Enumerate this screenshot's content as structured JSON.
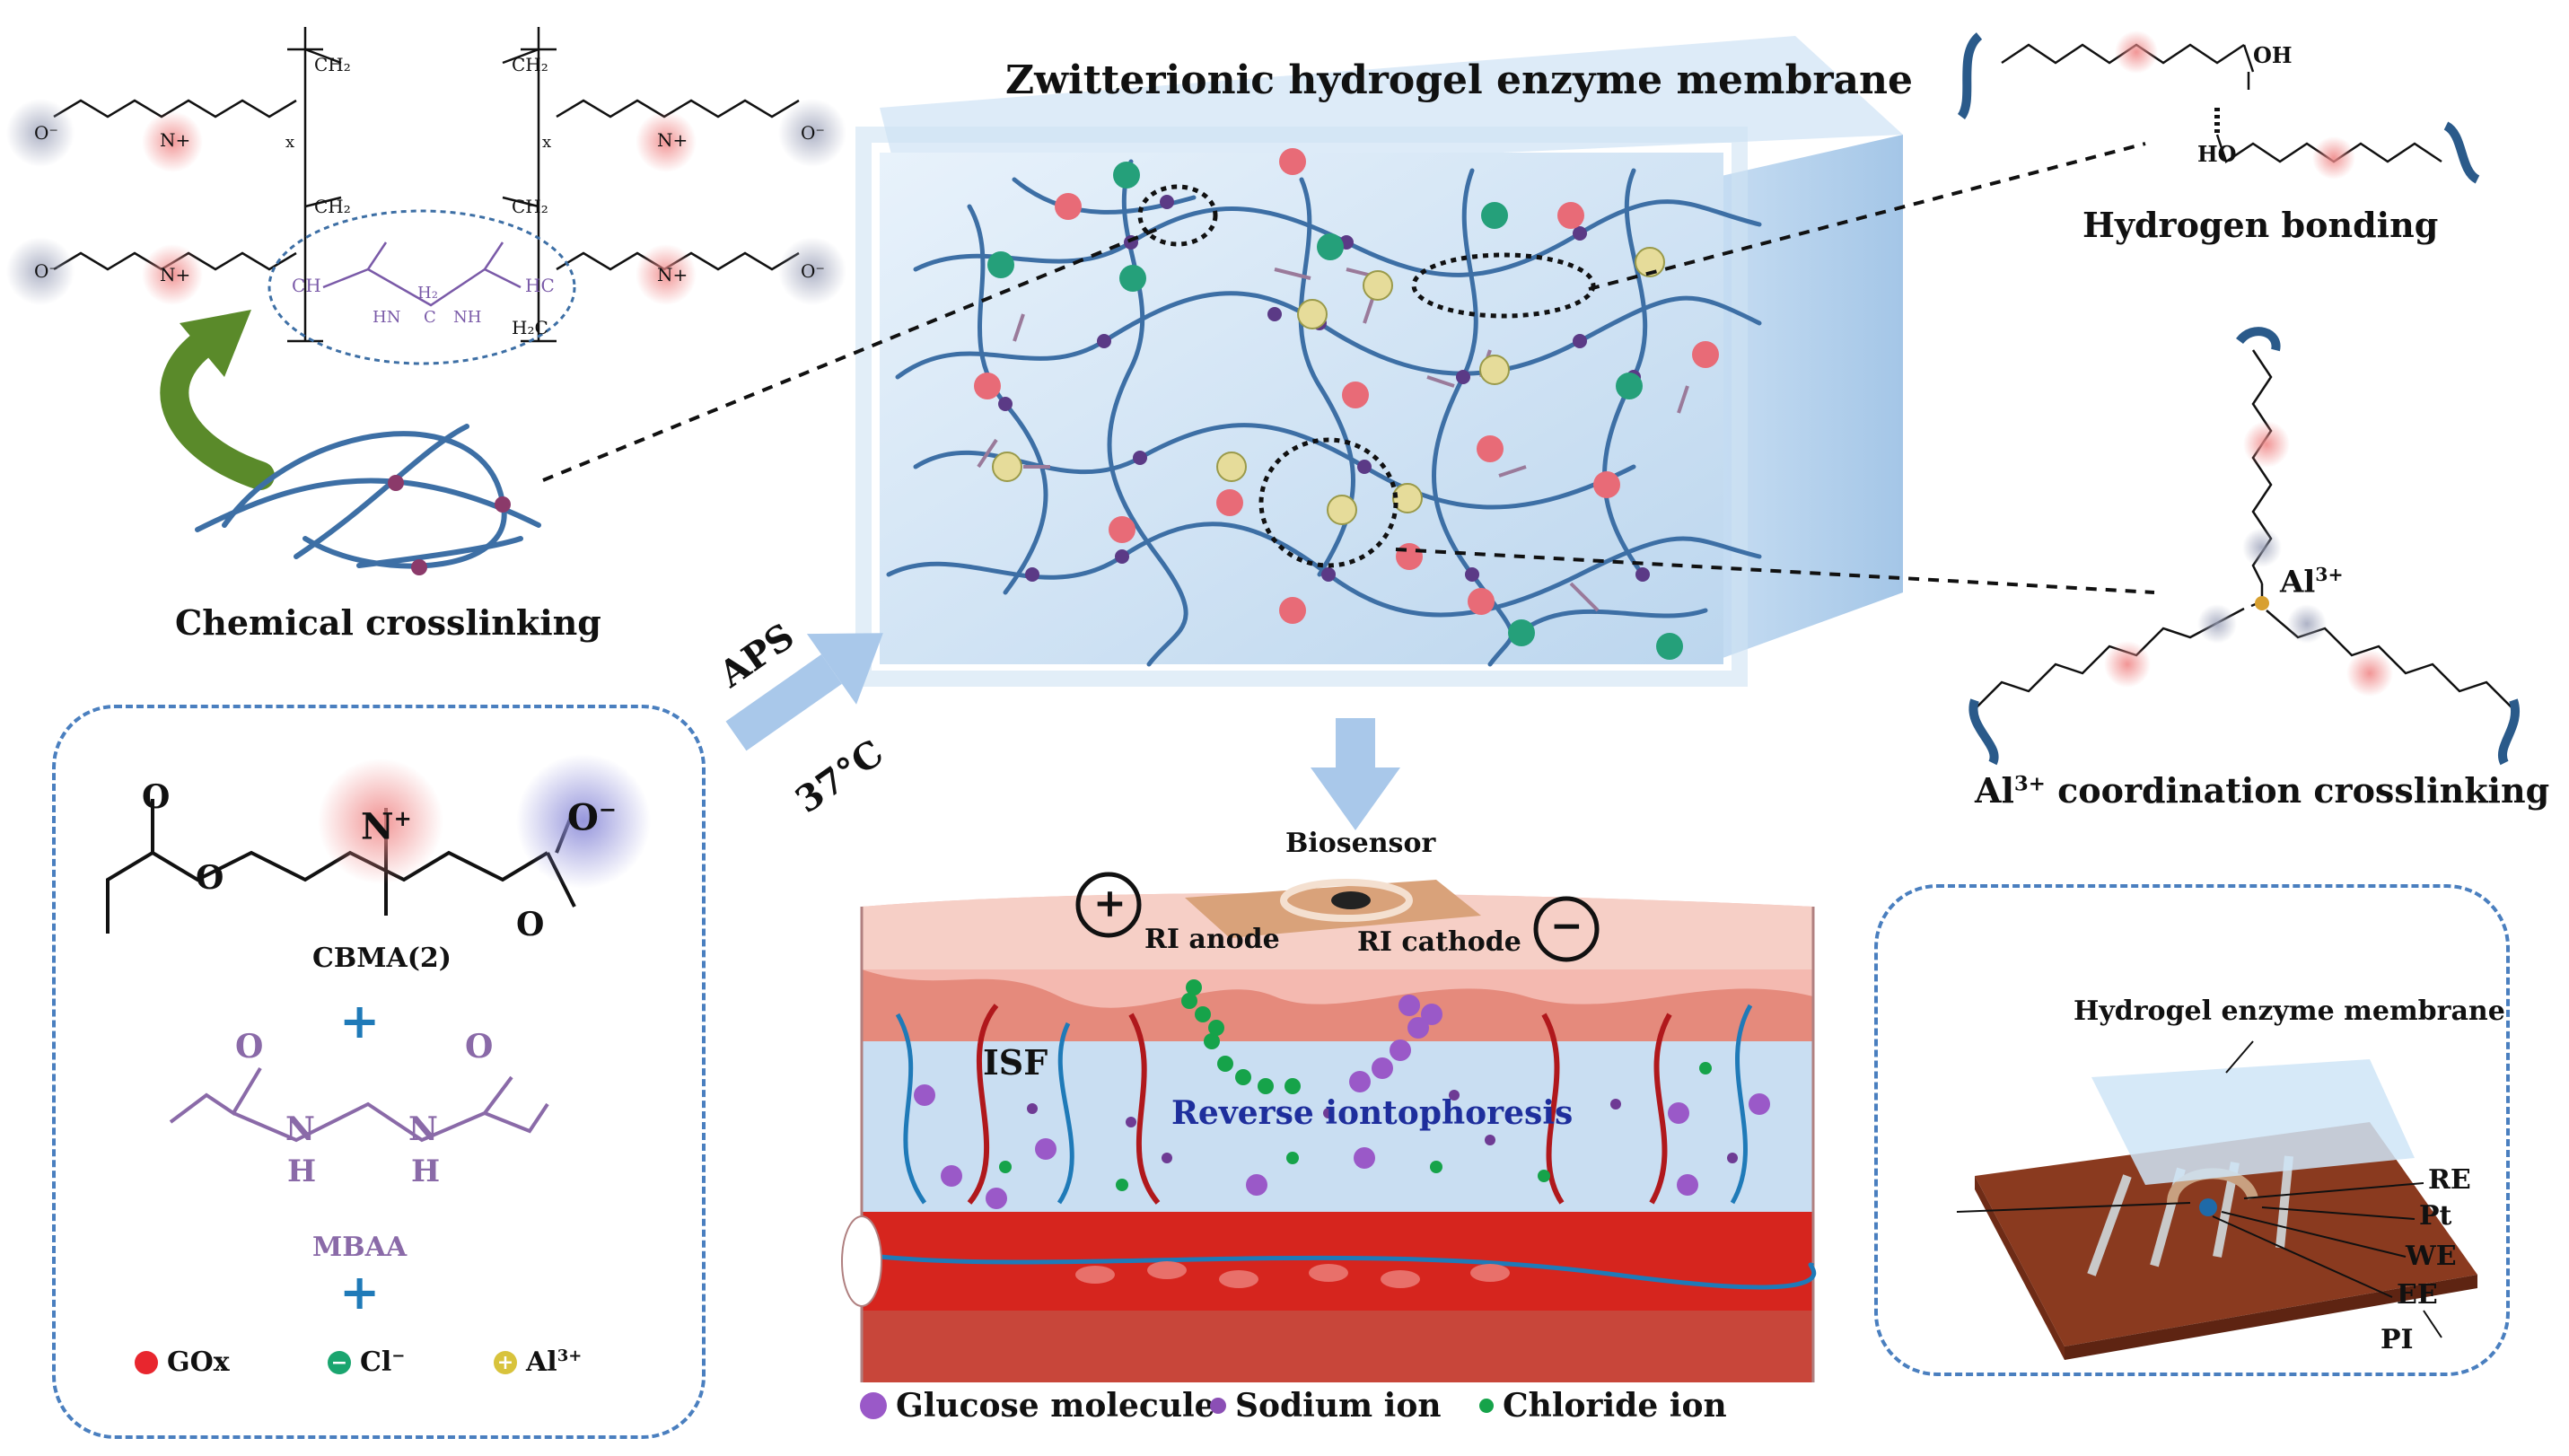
{
  "title": "Zwitterionic hydrogel enzyme membrane",
  "crosslinking": {
    "chemical": "Chemical crosslinking",
    "hydrogen": "Hydrogen bonding",
    "al_coord_prefix": "Al",
    "al_coord_sup": "3+",
    "al_coord_suffix": " coordination crosslinking",
    "al_center": "Al",
    "al_center_sup": "3+"
  },
  "polymer_chem": {
    "ch2": "CH₂",
    "ch": "CH",
    "hc": "HC",
    "h2c": "H₂C",
    "h2": "H₂",
    "hn": "HN",
    "nh": "NH",
    "c": "C",
    "n_plus": "N+",
    "o_minus": "O⁻",
    "o": "O",
    "c_o": "C",
    "x": "x",
    "oh": "OH",
    "ho": "HO"
  },
  "reaction": {
    "initiator": "APS",
    "temperature": "37°C"
  },
  "reagents": {
    "cbma": "CBMA(2)",
    "mbaa": "MBAA",
    "plus": "+",
    "nplus": "N",
    "nplus_sup": "+",
    "o_minus": "O",
    "o_minus_sup": "−",
    "o": "O",
    "h1": "H",
    "h2": "H",
    "n1": "N",
    "n2": "N",
    "legend": [
      {
        "label": "GOx",
        "sup": "",
        "color": "#e8262e",
        "symbol": ""
      },
      {
        "label": "Cl",
        "sup": "−",
        "color": "#1aa56f",
        "symbol": "−"
      },
      {
        "label": "Al",
        "sup": "3+",
        "color": "#d8c33c",
        "symbol": "+"
      }
    ]
  },
  "skin": {
    "biosensor": "Biosensor",
    "ri_anode": "RI anode",
    "ri_cathode": "RI cathode",
    "isf": "ISF",
    "reverse_iontophoresis": "Reverse iontophoresis",
    "anode_symbol": "+",
    "cathode_symbol": "−"
  },
  "bottom_legend": [
    {
      "label": "Glucose molecule",
      "color": "#9a59c8"
    },
    {
      "label": "Sodium ion",
      "color": "#8b4fb5"
    },
    {
      "label": "Chloride ion",
      "color": "#16a34a"
    }
  ],
  "device": {
    "membrane": "Hydrogel enzyme membrane",
    "electrodes": [
      "RE",
      "Pt",
      "WE",
      "EE",
      "PI"
    ]
  },
  "colors": {
    "cube_blue": "#b7d4ef",
    "chain_blue": "#3d6fa5",
    "box_border": "#4a7fbf",
    "green_arrow": "#5a8a2a",
    "substrate": "#8a3a1f",
    "reverse_text": "#1e2e9c"
  }
}
